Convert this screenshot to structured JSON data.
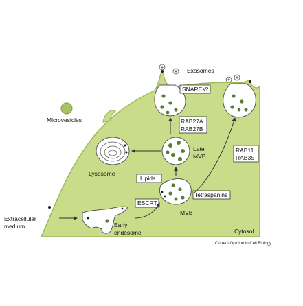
{
  "labels": {
    "exosomes": "Exosomes",
    "microvesicles": "Microvesicles",
    "snares": "SNAREs?",
    "rab27a": "RAB27A",
    "rab27b": "RAB27B",
    "late": "Late",
    "mvb_late": "MVB",
    "rab11": "RAB11",
    "rab35": "RAB35",
    "lysosome": "Lysosome",
    "lipids": "Lipids",
    "escrt": "ESCRT",
    "tetraspanins": "Tetraspanins",
    "mvb": "MVB",
    "extracellular": "Extracellular",
    "medium": "medium",
    "early": "Early",
    "endosome": "endosome",
    "cytosol": "Cytosol",
    "caption": "Current Opinion in Cell Biology"
  },
  "colors": {
    "cytoplasm": "#c9dc8a",
    "membrane": "#9fb85c",
    "vesicle_fill": "#ffffff",
    "intraluminal": "#5c7a33",
    "receptor": "#1a1a1a"
  }
}
